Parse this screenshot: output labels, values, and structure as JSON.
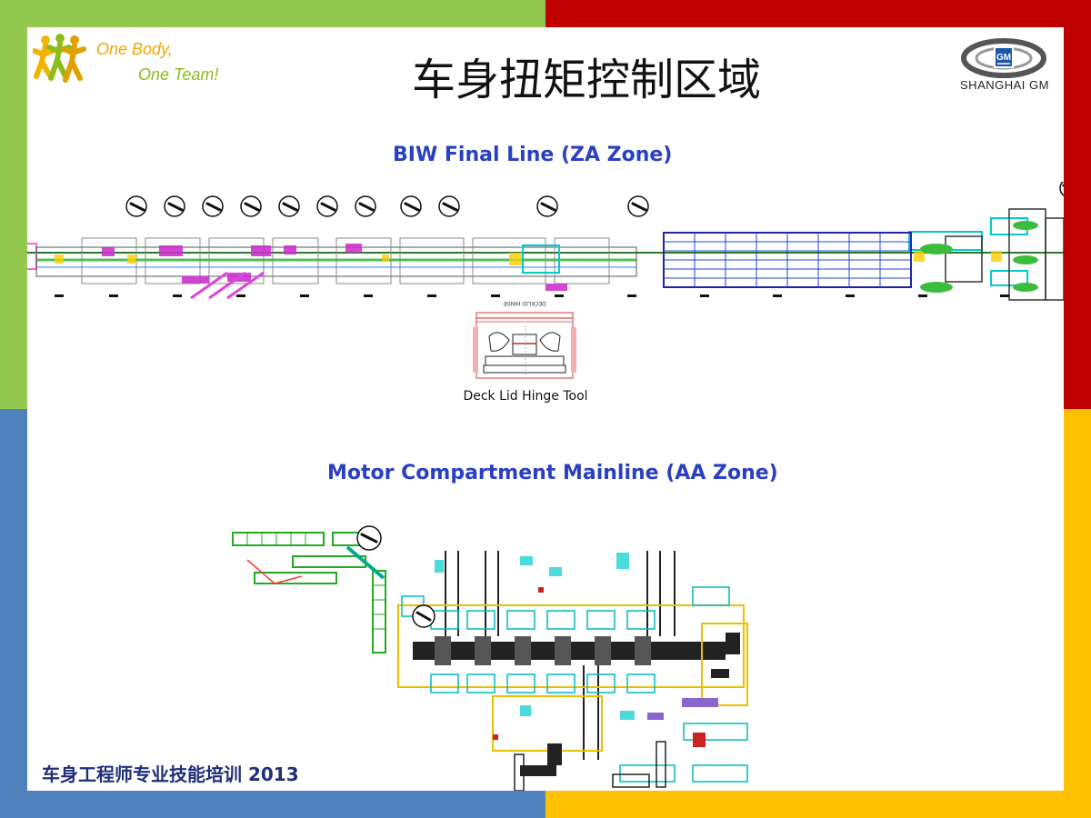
{
  "slide": {
    "title": "车身扭矩控制区域",
    "slogan_line1": "One Body,",
    "slogan_line2": "One Team!",
    "brand": "SHANGHAI GM",
    "brand_badge": "GM",
    "footer": "车身工程师专业技能培训 2013"
  },
  "sections": {
    "za_title": "BIW Final Line (ZA Zone)",
    "hinge_caption": "Deck Lid Hinge Tool",
    "hinge_header": "DECKLID HINGE",
    "aa_title": "Motor Compartment Mainline (AA Zone)"
  },
  "colors": {
    "frame_top_left": "#92c94e",
    "frame_top_right": "#c00000",
    "frame_bottom_left": "#4f81bd",
    "frame_bottom_right": "#ffc000",
    "section_title": "#2a3fc4",
    "footer_text": "#1f2f7a"
  },
  "icons": {
    "torque_tool": "torque-gun-icon",
    "team_logo": "people-logo-icon",
    "brand_logo": "gm-logo-icon"
  }
}
